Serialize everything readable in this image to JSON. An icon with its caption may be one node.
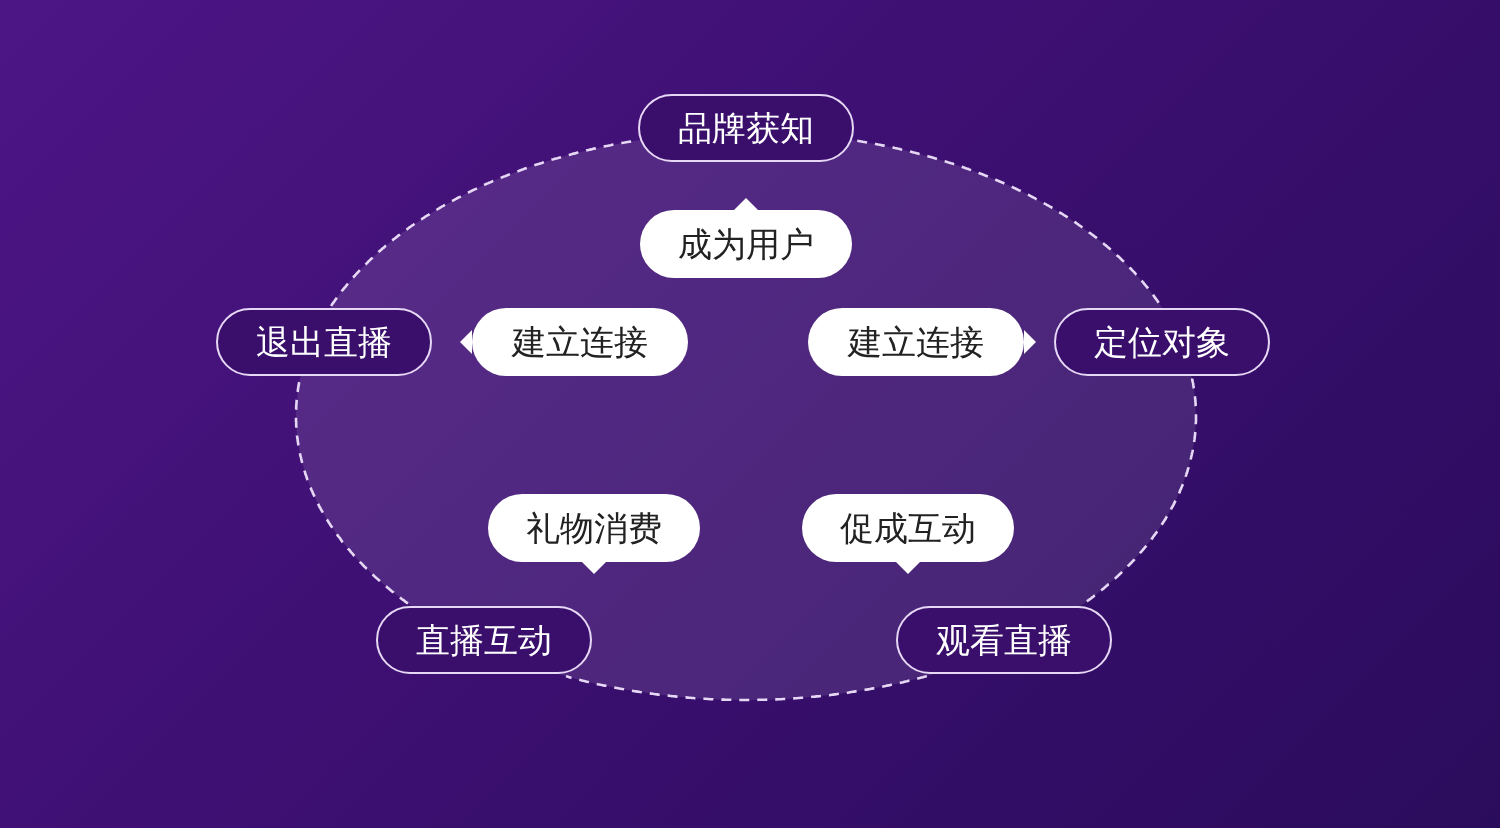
{
  "diagram": {
    "nodes": [
      {
        "text": [
          "品牌获知"
        ]
      },
      {
        "text": [
          "成为用户"
        ]
      },
      {
        "text": [
          "退出直播"
        ]
      },
      {
        "text": [
          "建立连接"
        ]
      },
      {
        "text": [
          "建立连接"
        ]
      },
      {
        "text": [
          "定位对象"
        ]
      },
      {
        "text": [
          "礼物消费"
        ]
      },
      {
        "text": [
          "促成互动"
        ]
      },
      {
        "text": [
          "直播互动"
        ]
      },
      {
        "text": [
          "观看直播"
        ]
      }
    ],
    "edges": [
      {
        "from": 0,
        "to": 5,
        "arrow": "none",
        "style": "dashed"
      },
      {
        "from": 5,
        "to": 9,
        "arrow": "none",
        "style": "dashed"
      },
      {
        "from": 9,
        "to": 8,
        "arrow": "none",
        "style": "dashed"
      },
      {
        "from": 8,
        "to": 2,
        "arrow": "none",
        "style": "dashed"
      },
      {
        "from": 2,
        "to": 0,
        "arrow": "none",
        "style": "dashed"
      }
    ]
  }
}
